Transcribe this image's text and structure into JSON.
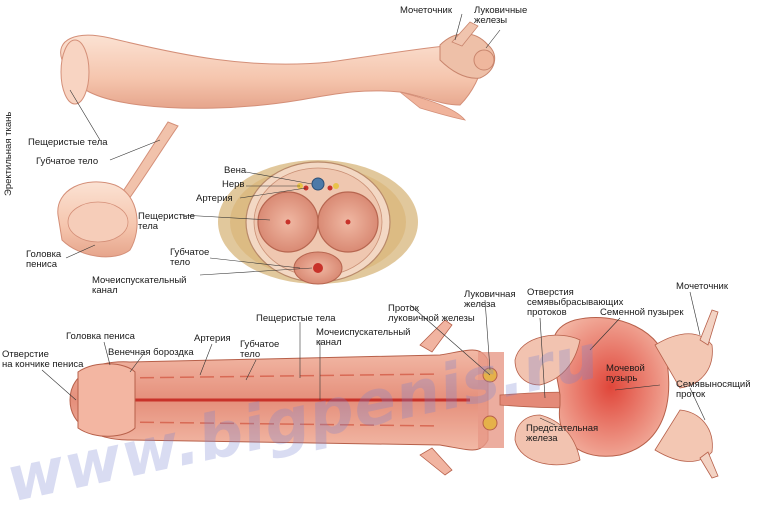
{
  "watermark": "www.bigpenis.ru",
  "labels": {
    "urethra_top": "Мочеточник",
    "bulbo_glands_top": "Луковичные\nжелезы",
    "erectile_tissue": "Эректильная ткань",
    "cavernous_bodies_top": "Пещеристые тела",
    "spongy_body_top": "Губчатое тело",
    "glans": "Головка\nпениса",
    "vein": "Вена",
    "nerve": "Нерв",
    "artery_cs": "Артерия",
    "cavernous_cs": "Пещеристые\nтела",
    "spongy_cs": "Губчатое\nтело",
    "urethra_canal_cs": "Мочеиспускательный\nканал",
    "bulbo_duct": "Проток\nлуковичной железы",
    "bulbo_gland": "Луковичная\nжелеза",
    "ejac_openings": "Отверстия\nсемявыбрасывающих\nпротоков",
    "ureter_right": "Мочеточник",
    "seminal_vesicle": "Семенной пузырек",
    "bladder": "Мочевой\nпузырь",
    "vas_deferens": "Семявыносящий\nпроток",
    "prostate": "Предстательная\nжелеза",
    "glans_long": "Головка пениса",
    "corona": "Венечная бороздка",
    "opening_tip": "Отверстие\nна кончике пениса",
    "artery_long": "Артерия",
    "spongy_long": "Губчатое\nтело",
    "cavernous_long": "Пещеристые тела",
    "urethra_long": "Мочеиспускательный\nканал"
  },
  "colors": {
    "skin": "#f6c9b2",
    "skin_dark": "#e49c86",
    "tissue": "#e8a08e",
    "tissue_dark": "#c9553f",
    "red": "#c8322a",
    "hair": "#c89a4a",
    "watermark": "#7882d2"
  }
}
